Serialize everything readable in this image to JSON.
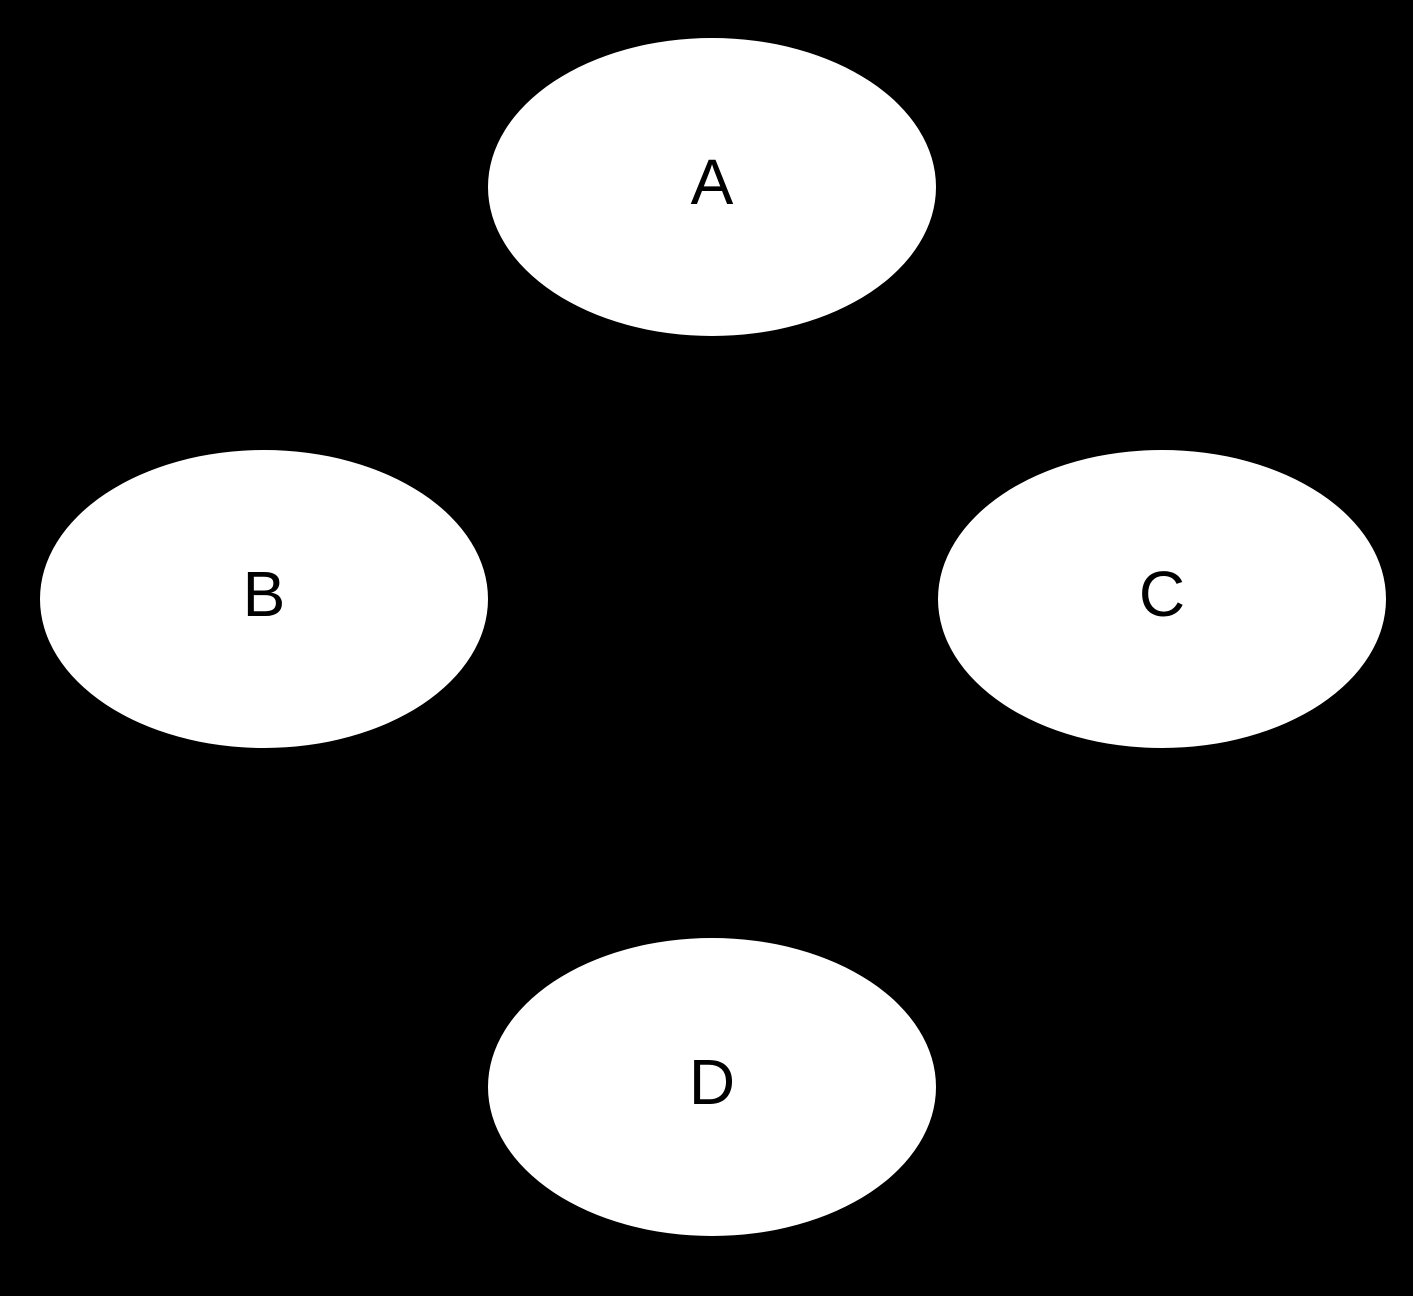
{
  "diagram": {
    "type": "graph",
    "colors": {
      "background": "#000000",
      "node_fill": "#ffffff",
      "node_text": "#000000"
    },
    "nodes": [
      {
        "id": "A",
        "label": "A"
      },
      {
        "id": "B",
        "label": "B"
      },
      {
        "id": "C",
        "label": "C"
      },
      {
        "id": "D",
        "label": "D"
      }
    ],
    "edges": []
  }
}
